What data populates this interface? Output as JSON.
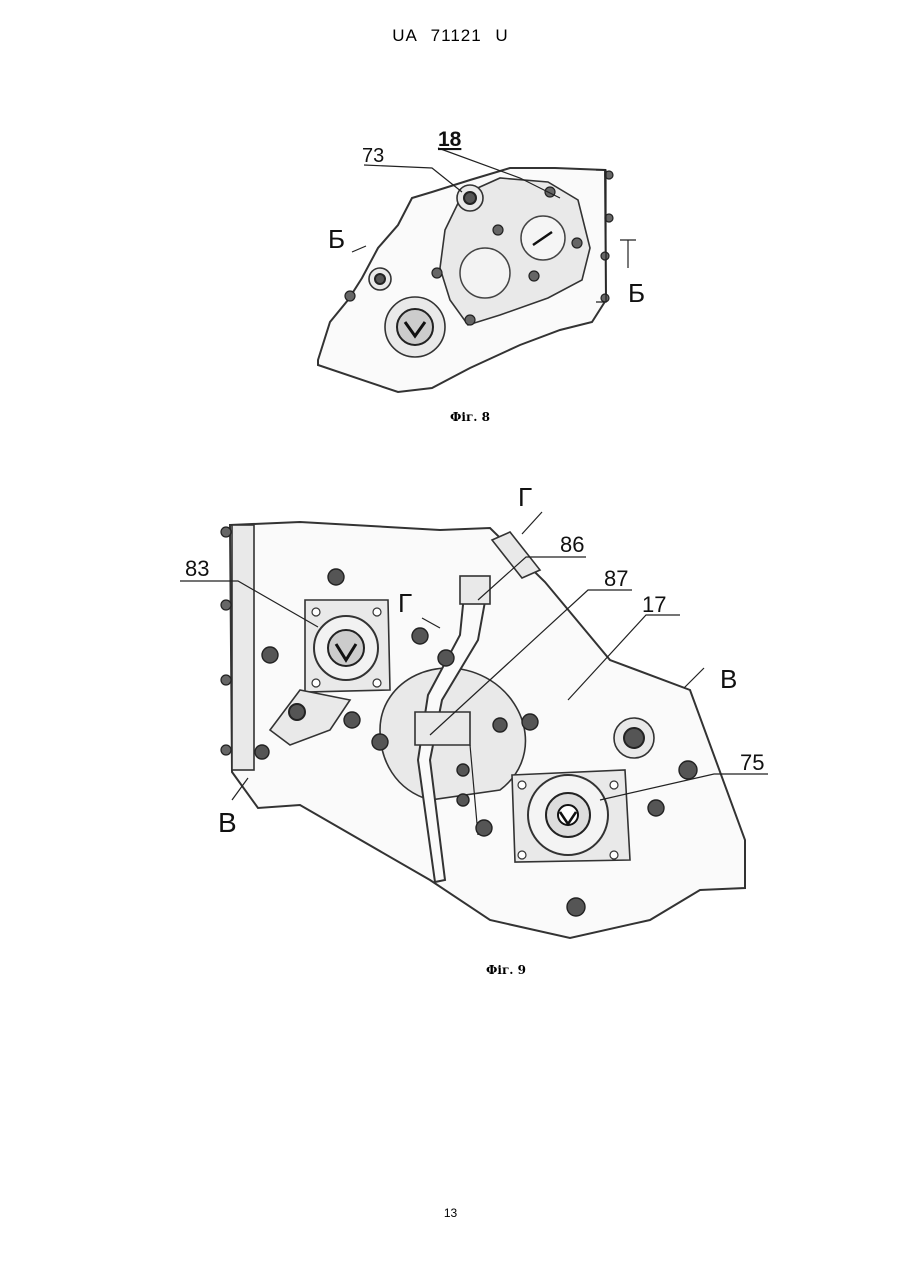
{
  "header": {
    "text": "UA   71121   U"
  },
  "figures": [
    {
      "caption": "Фіг. 8",
      "labels": {
        "l73": "73",
        "l18": "18",
        "b_left": "Б",
        "b_right": "Б"
      }
    },
    {
      "caption": "Фіг. 9",
      "labels": {
        "l83": "83",
        "l86": "86",
        "l87": "87",
        "l17": "17",
        "l75": "75",
        "g_top": "Г",
        "g_mid": "Г",
        "v_right": "В",
        "v_left": "В"
      }
    }
  ],
  "page_number": "13"
}
